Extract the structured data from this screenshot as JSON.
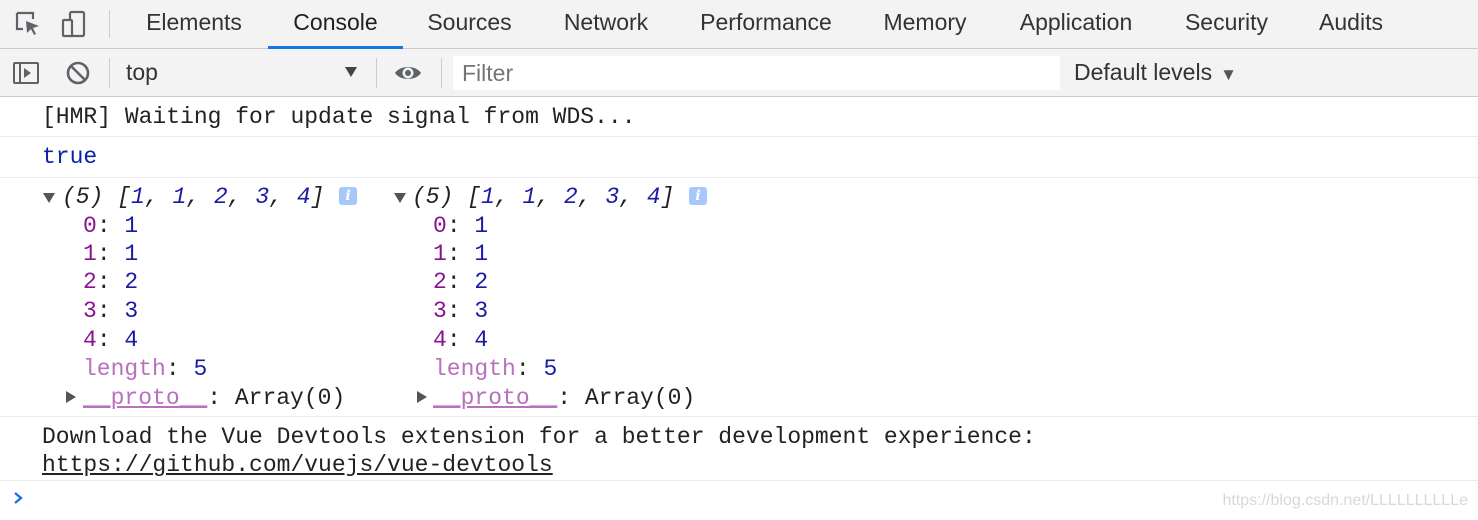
{
  "tabs": [
    {
      "label": "Elements",
      "active": false
    },
    {
      "label": "Console",
      "active": true
    },
    {
      "label": "Sources",
      "active": false
    },
    {
      "label": "Network",
      "active": false
    },
    {
      "label": "Performance",
      "active": false
    },
    {
      "label": "Memory",
      "active": false
    },
    {
      "label": "Application",
      "active": false
    },
    {
      "label": "Security",
      "active": false
    },
    {
      "label": "Audits",
      "active": false
    }
  ],
  "toolbar": {
    "context": "top",
    "filter_placeholder": "Filter",
    "filter_value": "",
    "levels_label": "Default levels",
    "levels_caret": "▼",
    "icons": [
      "inspect-element-icon",
      "device-toggle-icon",
      "sidebar-toggle-icon",
      "clear-console-icon",
      "live-expression-eye-icon"
    ]
  },
  "messages": {
    "hmr": "[HMR] Waiting for update signal from WDS...",
    "bool": "true",
    "arrays": [
      {
        "count": "(5)",
        "open_bracket": "[",
        "values": [
          "1",
          "1",
          "2",
          "3",
          "4"
        ],
        "close_bracket": "]",
        "info": "i",
        "entries": [
          {
            "key": "0",
            "value": "1"
          },
          {
            "key": "1",
            "value": "1"
          },
          {
            "key": "2",
            "value": "2"
          },
          {
            "key": "3",
            "value": "3"
          },
          {
            "key": "4",
            "value": "4"
          }
        ],
        "length_key": "length",
        "length_value": "5",
        "proto_key": "__proto__",
        "proto_value": "Array(0)"
      },
      {
        "count": "(5)",
        "open_bracket": "[",
        "values": [
          "1",
          "1",
          "2",
          "3",
          "4"
        ],
        "close_bracket": "]",
        "info": "i",
        "entries": [
          {
            "key": "0",
            "value": "1"
          },
          {
            "key": "1",
            "value": "1"
          },
          {
            "key": "2",
            "value": "2"
          },
          {
            "key": "3",
            "value": "3"
          },
          {
            "key": "4",
            "value": "4"
          }
        ],
        "length_key": "length",
        "length_value": "5",
        "proto_key": "__proto__",
        "proto_value": "Array(0)"
      }
    ],
    "vue_text": "Download the Vue Devtools extension for a better development experience:",
    "vue_link": "https://github.com/vuejs/vue-devtools"
  },
  "watermark": "https://blog.csdn.net/LLLLLLLLLLe",
  "colors": {
    "accent": "#1a73e8",
    "string_key": "#881391",
    "number": "#1a1aa6",
    "boolean": "#0d22aa",
    "info_badge": "#a8c7fa"
  }
}
